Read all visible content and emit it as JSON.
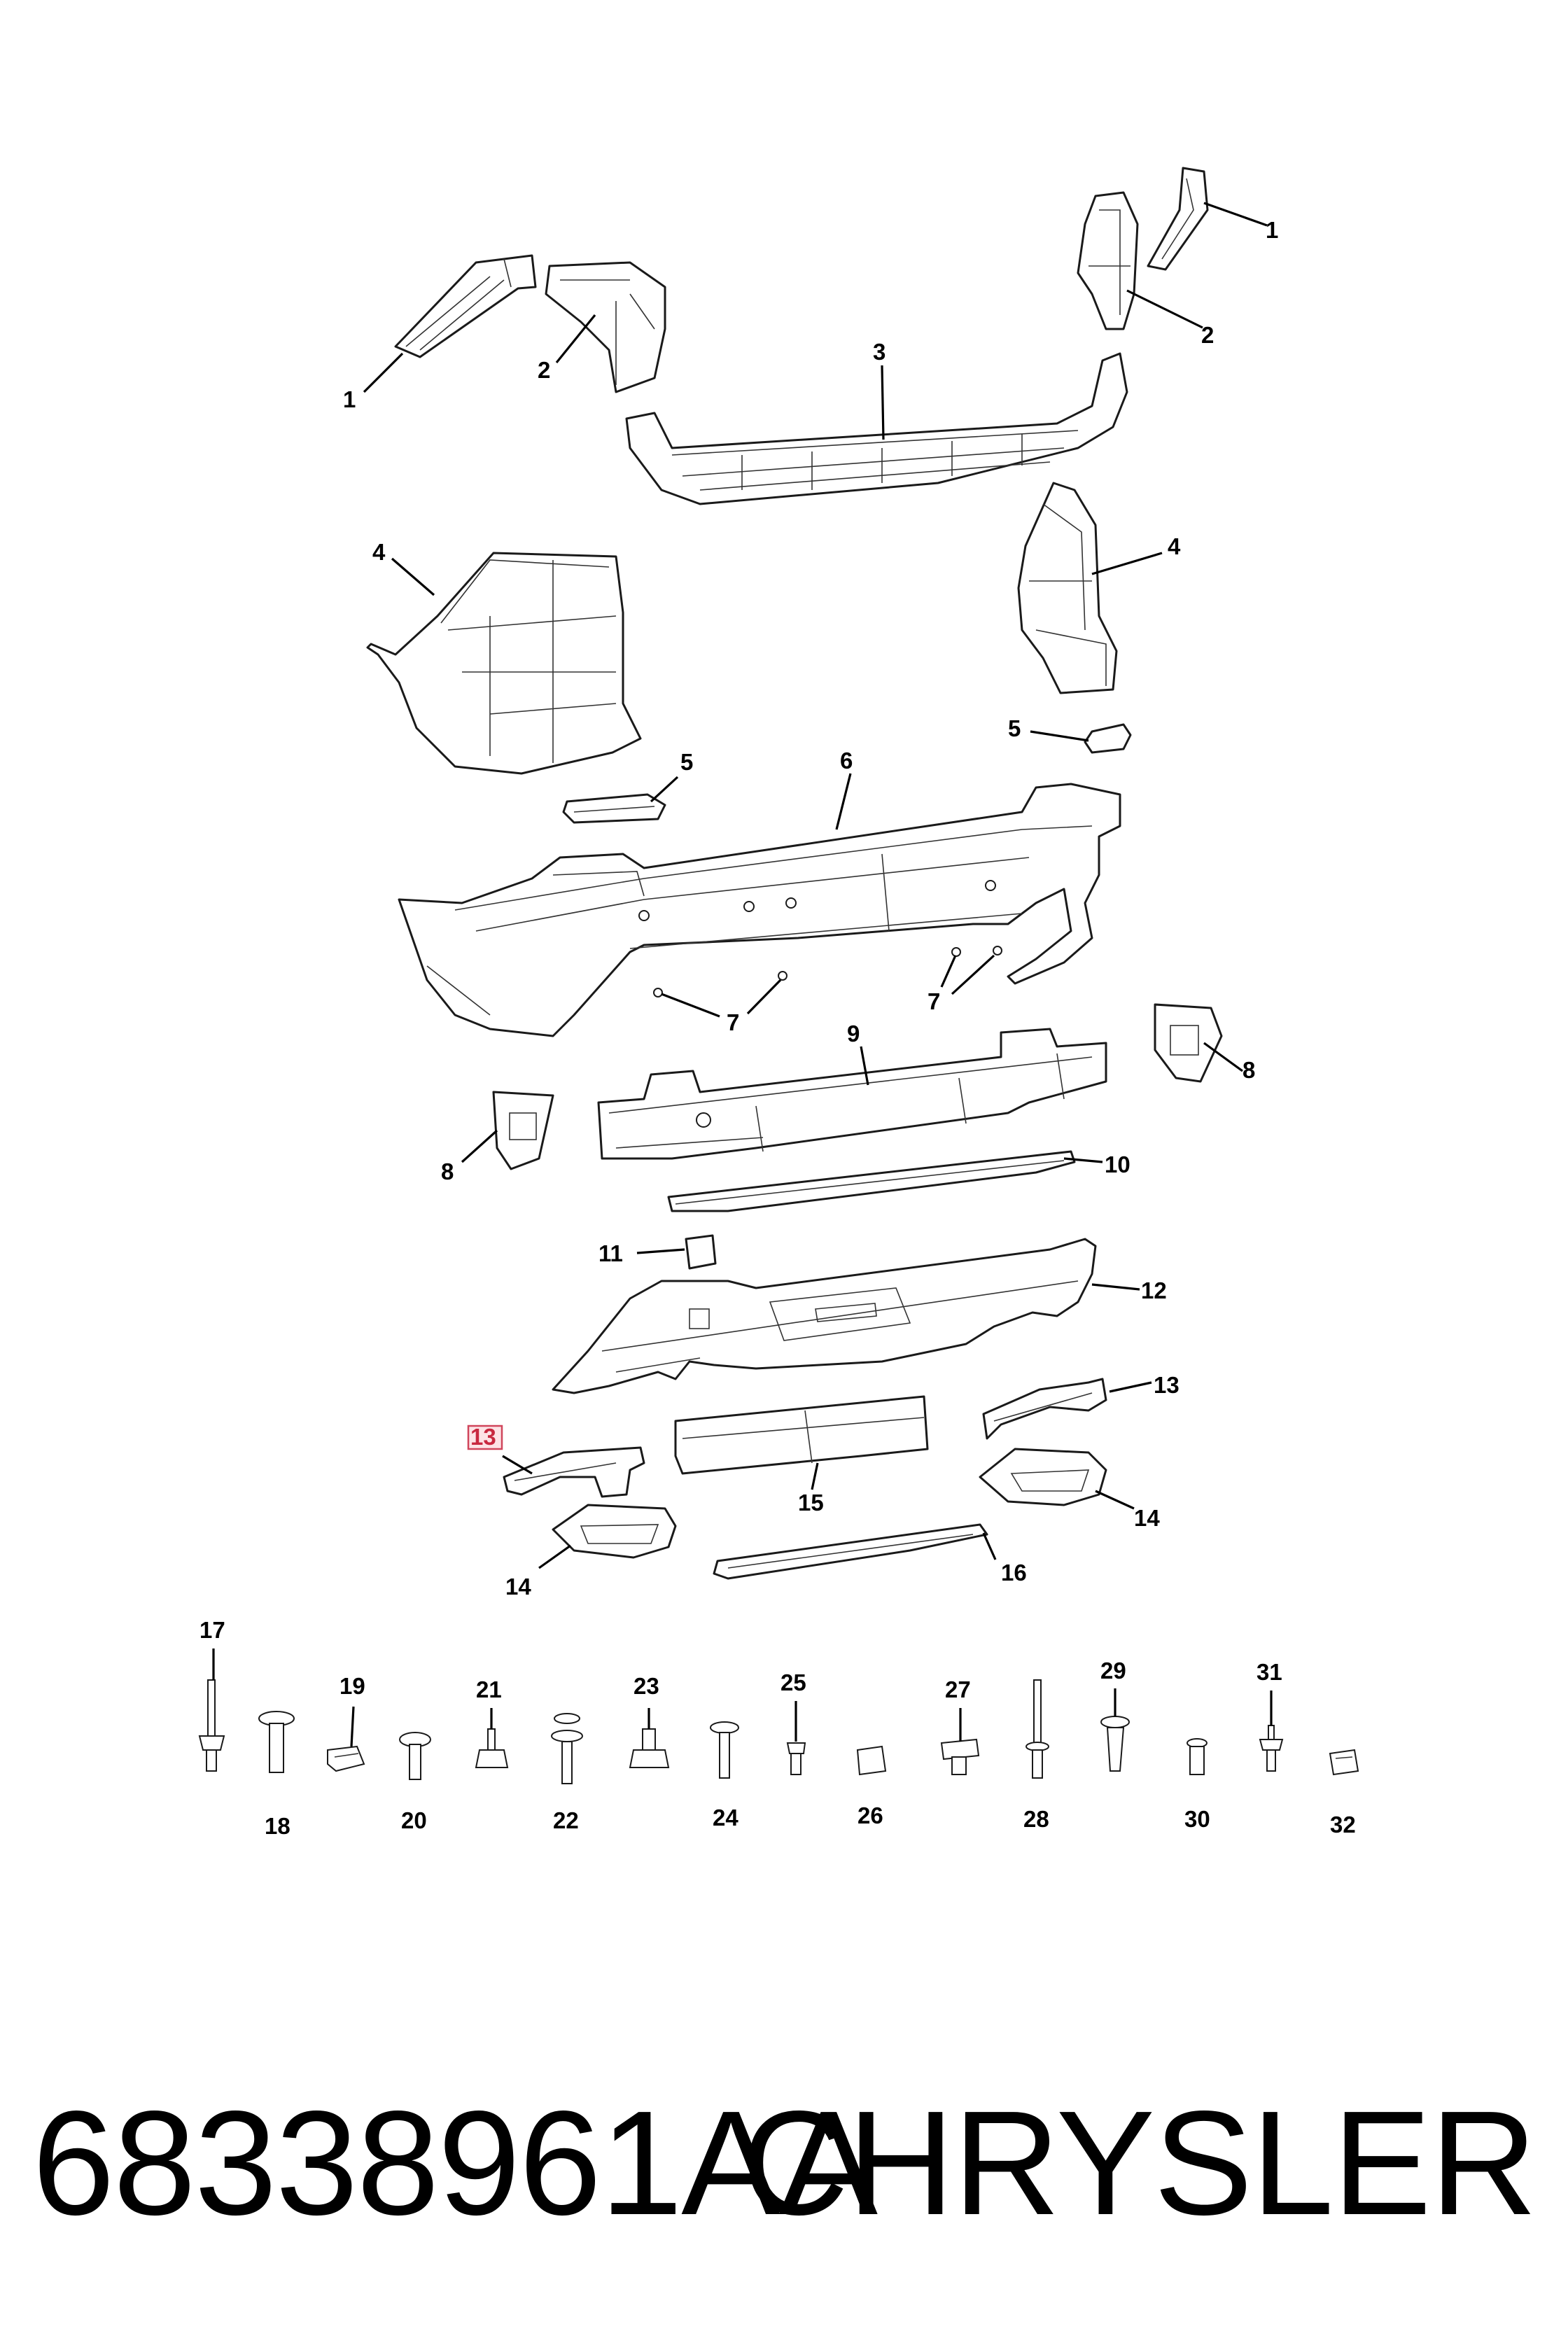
{
  "diagram": {
    "callouts": {
      "c1a": "1",
      "c1b": "1",
      "c2a": "2",
      "c2b": "2",
      "c3": "3",
      "c4a": "4",
      "c4b": "4",
      "c5a": "5",
      "c5b": "5",
      "c6": "6",
      "c7a": "7",
      "c7b": "7",
      "c8a": "8",
      "c8b": "8",
      "c9": "9",
      "c10": "10",
      "c11": "11",
      "c12": "12",
      "c13a": "13",
      "c13b": "13",
      "c14a": "14",
      "c14b": "14",
      "c15": "15",
      "c16": "16",
      "c17": "17",
      "c18": "18",
      "c19": "19",
      "c20": "20",
      "c21": "21",
      "c22": "22",
      "c23": "23",
      "c24": "24",
      "c25": "25",
      "c26": "26",
      "c27": "27",
      "c28": "28",
      "c29": "29",
      "c30": "30",
      "c31": "31",
      "c32": "32"
    },
    "highlighted_callout": "13",
    "colors": {
      "line": "#1a1a1a",
      "highlight_fill": "#fde3e6",
      "highlight_stroke": "#d0455b"
    }
  },
  "footer": {
    "part_number": "68338961AA",
    "brand": "CHRYSLER"
  }
}
